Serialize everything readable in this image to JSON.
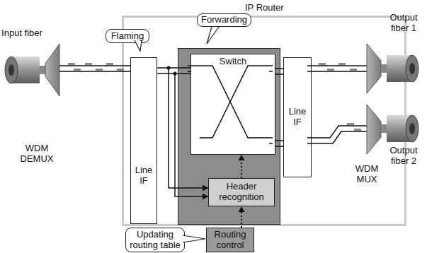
{
  "diagram": {
    "nodes": [
      {
        "text": [
          "IP Router"
        ]
      },
      {
        "text": [
          "Flaming"
        ],
        "in": 0
      },
      {
        "text": [
          "Line IF"
        ],
        "in": 0
      },
      {
        "text": [
          "Forwarding"
        ],
        "in": 0
      },
      {
        "text": [
          "Switch"
        ],
        "in": 3
      },
      {
        "text": [
          "Header recognition"
        ],
        "in": 3
      },
      {
        "text": [
          "Line IF"
        ],
        "in": 0
      },
      {
        "text": [
          "Updating routing table"
        ]
      },
      {
        "text": [
          "Routing control"
        ]
      }
    ],
    "edges": [
      {
        "from": 2,
        "to": 4,
        "arrow": "none"
      },
      {
        "from": 2,
        "to": 5,
        "arrow": "to"
      },
      {
        "from": 4,
        "to": 6,
        "arrow": "none"
      },
      {
        "from": 5,
        "to": 4,
        "arrow": "to"
      },
      {
        "from": 8,
        "to": 5,
        "arrow": "to"
      }
    ],
    "labels": [
      "Input fiber",
      "WDM DEMUX",
      "Output fiber 1",
      "WDM MUX",
      "Output fiber 2"
    ]
  }
}
